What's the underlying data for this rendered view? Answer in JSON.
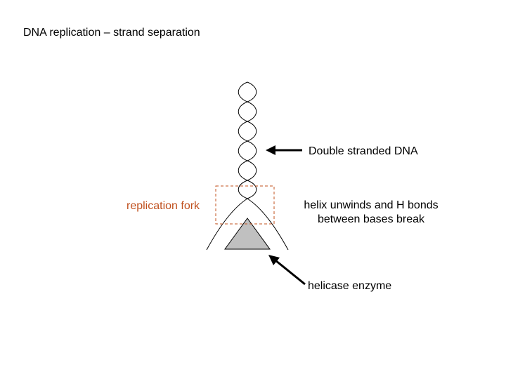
{
  "slide": {
    "title": "DNA replication – strand separation"
  },
  "labels": {
    "double_stranded": "Double stranded DNA",
    "replication_fork": "replication fork",
    "unwinding_line1": "helix unwinds and H bonds",
    "unwinding_line2": "between bases break",
    "helicase": "helicase enzyme"
  },
  "colors": {
    "fork_label": "#c0501e",
    "fork_box": "#c0501e",
    "helicase_fill": "#c0c0c0",
    "strand": "#000000"
  }
}
